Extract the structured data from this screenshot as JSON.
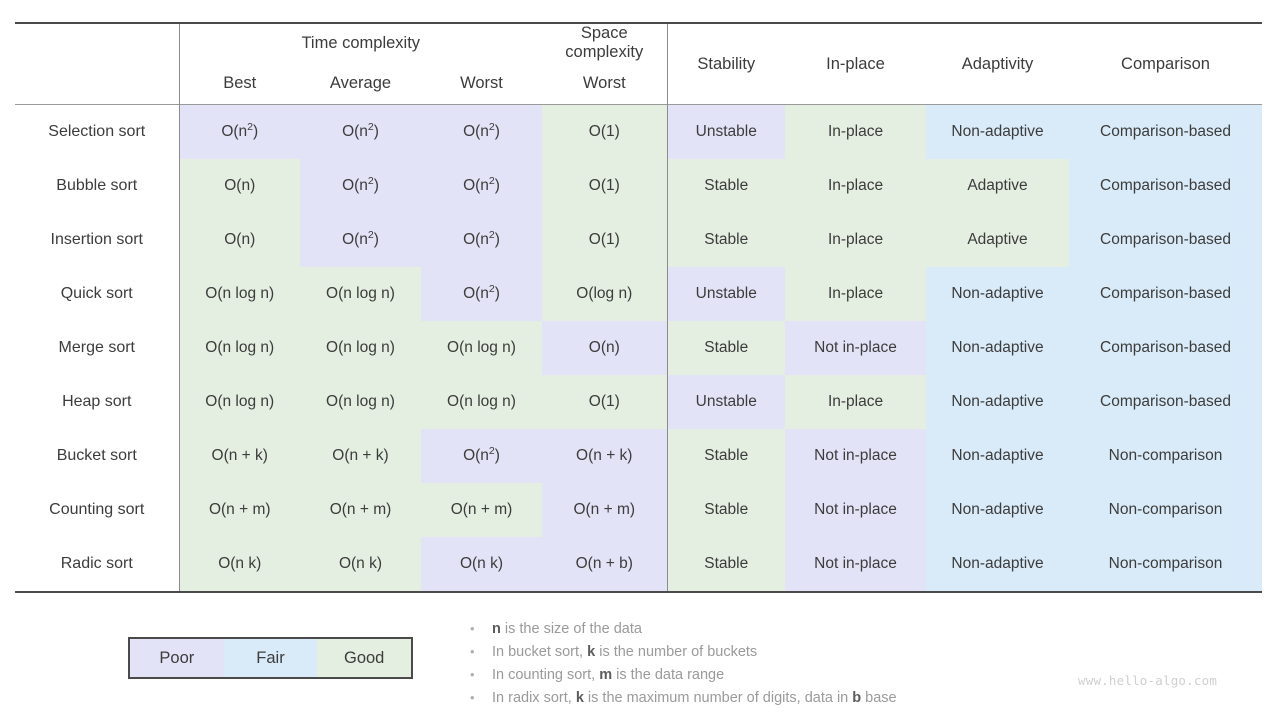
{
  "table": {
    "group_headers": [
      {
        "label": "Time complexity",
        "span": 3
      },
      {
        "label": "Space complexity",
        "span": 1
      }
    ],
    "sub_headers": [
      "Best",
      "Average",
      "Worst",
      "Worst"
    ],
    "attribute_headers": [
      "Stability",
      "In-place",
      "Adaptivity",
      "Comparison"
    ],
    "rows": [
      {
        "name": "Selection sort",
        "best": {
          "text": "O(n²)",
          "quality": "poor"
        },
        "average": {
          "text": "O(n²)",
          "quality": "poor"
        },
        "worst": {
          "text": "O(n²)",
          "quality": "poor"
        },
        "space": {
          "text": "O(1)",
          "quality": "good"
        },
        "stability": {
          "text": "Unstable",
          "quality": "poor"
        },
        "inplace": {
          "text": "In-place",
          "quality": "good"
        },
        "adaptivity": {
          "text": "Non-adaptive",
          "quality": "fair"
        },
        "comparison": {
          "text": "Comparison-based",
          "quality": "fair"
        }
      },
      {
        "name": "Bubble sort",
        "best": {
          "text": "O(n)",
          "quality": "good"
        },
        "average": {
          "text": "O(n²)",
          "quality": "poor"
        },
        "worst": {
          "text": "O(n²)",
          "quality": "poor"
        },
        "space": {
          "text": "O(1)",
          "quality": "good"
        },
        "stability": {
          "text": "Stable",
          "quality": "good"
        },
        "inplace": {
          "text": "In-place",
          "quality": "good"
        },
        "adaptivity": {
          "text": "Adaptive",
          "quality": "good"
        },
        "comparison": {
          "text": "Comparison-based",
          "quality": "fair"
        }
      },
      {
        "name": "Insertion sort",
        "best": {
          "text": "O(n)",
          "quality": "good"
        },
        "average": {
          "text": "O(n²)",
          "quality": "poor"
        },
        "worst": {
          "text": "O(n²)",
          "quality": "poor"
        },
        "space": {
          "text": "O(1)",
          "quality": "good"
        },
        "stability": {
          "text": "Stable",
          "quality": "good"
        },
        "inplace": {
          "text": "In-place",
          "quality": "good"
        },
        "adaptivity": {
          "text": "Adaptive",
          "quality": "good"
        },
        "comparison": {
          "text": "Comparison-based",
          "quality": "fair"
        }
      },
      {
        "name": "Quick sort",
        "best": {
          "text": "O(n log n)",
          "quality": "good"
        },
        "average": {
          "text": "O(n log n)",
          "quality": "good"
        },
        "worst": {
          "text": "O(n²)",
          "quality": "poor"
        },
        "space": {
          "text": "O(log n)",
          "quality": "good"
        },
        "stability": {
          "text": "Unstable",
          "quality": "poor"
        },
        "inplace": {
          "text": "In-place",
          "quality": "good"
        },
        "adaptivity": {
          "text": "Non-adaptive",
          "quality": "fair"
        },
        "comparison": {
          "text": "Comparison-based",
          "quality": "fair"
        }
      },
      {
        "name": "Merge sort",
        "best": {
          "text": "O(n log n)",
          "quality": "good"
        },
        "average": {
          "text": "O(n log n)",
          "quality": "good"
        },
        "worst": {
          "text": "O(n log n)",
          "quality": "good"
        },
        "space": {
          "text": "O(n)",
          "quality": "poor"
        },
        "stability": {
          "text": "Stable",
          "quality": "good"
        },
        "inplace": {
          "text": "Not in-place",
          "quality": "poor"
        },
        "adaptivity": {
          "text": "Non-adaptive",
          "quality": "fair"
        },
        "comparison": {
          "text": "Comparison-based",
          "quality": "fair"
        }
      },
      {
        "name": "Heap sort",
        "best": {
          "text": "O(n log n)",
          "quality": "good"
        },
        "average": {
          "text": "O(n log n)",
          "quality": "good"
        },
        "worst": {
          "text": "O(n log n)",
          "quality": "good"
        },
        "space": {
          "text": "O(1)",
          "quality": "good"
        },
        "stability": {
          "text": "Unstable",
          "quality": "poor"
        },
        "inplace": {
          "text": "In-place",
          "quality": "good"
        },
        "adaptivity": {
          "text": "Non-adaptive",
          "quality": "fair"
        },
        "comparison": {
          "text": "Comparison-based",
          "quality": "fair"
        }
      },
      {
        "name": "Bucket sort",
        "best": {
          "text": "O(n + k)",
          "quality": "good"
        },
        "average": {
          "text": "O(n + k)",
          "quality": "good"
        },
        "worst": {
          "text": "O(n²)",
          "quality": "poor"
        },
        "space": {
          "text": "O(n + k)",
          "quality": "poor"
        },
        "stability": {
          "text": "Stable",
          "quality": "good"
        },
        "inplace": {
          "text": "Not in-place",
          "quality": "poor"
        },
        "adaptivity": {
          "text": "Non-adaptive",
          "quality": "fair"
        },
        "comparison": {
          "text": "Non-comparison",
          "quality": "fair"
        }
      },
      {
        "name": "Counting sort",
        "best": {
          "text": "O(n + m)",
          "quality": "good"
        },
        "average": {
          "text": "O(n + m)",
          "quality": "good"
        },
        "worst": {
          "text": "O(n + m)",
          "quality": "good"
        },
        "space": {
          "text": "O(n + m)",
          "quality": "poor"
        },
        "stability": {
          "text": "Stable",
          "quality": "good"
        },
        "inplace": {
          "text": "Not in-place",
          "quality": "poor"
        },
        "adaptivity": {
          "text": "Non-adaptive",
          "quality": "fair"
        },
        "comparison": {
          "text": "Non-comparison",
          "quality": "fair"
        }
      },
      {
        "name": "Radic sort",
        "best": {
          "text": "O(n k)",
          "quality": "good"
        },
        "average": {
          "text": "O(n k)",
          "quality": "good"
        },
        "worst": {
          "text": "O(n k)",
          "quality": "poor"
        },
        "space": {
          "text": "O(n + b)",
          "quality": "poor"
        },
        "stability": {
          "text": "Stable",
          "quality": "good"
        },
        "inplace": {
          "text": "Not in-place",
          "quality": "poor"
        },
        "adaptivity": {
          "text": "Non-adaptive",
          "quality": "fair"
        },
        "comparison": {
          "text": "Non-comparison",
          "quality": "fair"
        }
      }
    ]
  },
  "legend": {
    "items": [
      {
        "label": "Poor",
        "quality": "poor",
        "color": "#e2e3f6"
      },
      {
        "label": "Fair",
        "quality": "fair",
        "color": "#d9ebf8"
      },
      {
        "label": "Good",
        "quality": "good",
        "color": "#e4eee1"
      }
    ]
  },
  "notes": {
    "bullet": "•",
    "items": [
      [
        {
          "t": "n",
          "b": true
        },
        {
          "t": " is the size of the data",
          "b": false
        }
      ],
      [
        {
          "t": "In bucket sort, ",
          "b": false
        },
        {
          "t": "k",
          "b": true
        },
        {
          "t": " is the number of buckets",
          "b": false
        }
      ],
      [
        {
          "t": "In counting sort, ",
          "b": false
        },
        {
          "t": "m",
          "b": true
        },
        {
          "t": " is the data range",
          "b": false
        }
      ],
      [
        {
          "t": "In radix sort, ",
          "b": false
        },
        {
          "t": "k",
          "b": true
        },
        {
          "t": " is the maximum number of digits, data in ",
          "b": false
        },
        {
          "t": "b",
          "b": true
        },
        {
          "t": " base",
          "b": false
        }
      ]
    ]
  },
  "watermark": "www.hello-algo.com"
}
